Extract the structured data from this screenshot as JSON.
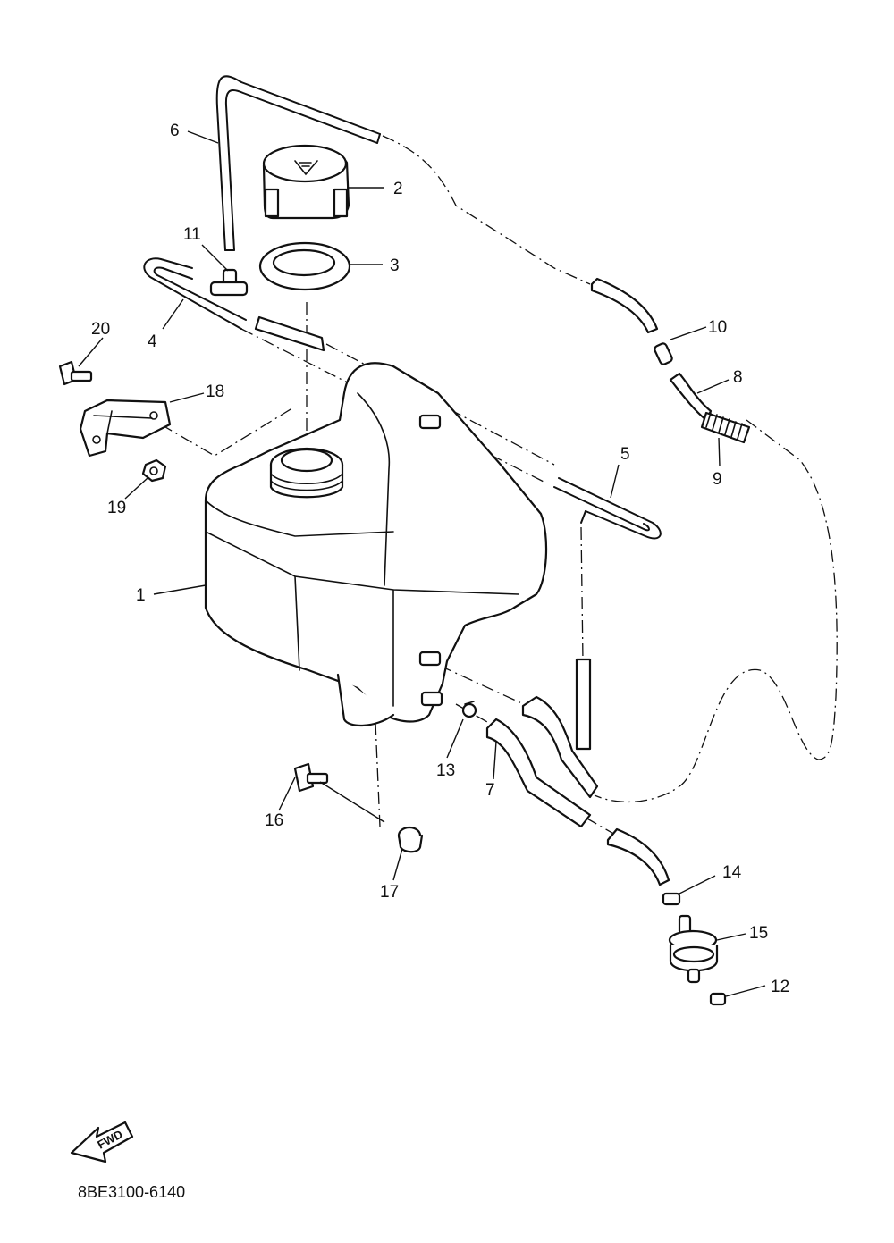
{
  "diagram": {
    "callouts": [
      "1",
      "2",
      "3",
      "4",
      "5",
      "6",
      "7",
      "8",
      "9",
      "10",
      "11",
      "12",
      "13",
      "14",
      "15",
      "16",
      "17",
      "18",
      "19",
      "20"
    ],
    "fwd_label": "FWD",
    "drawing_code": "8BE3100-6140"
  }
}
